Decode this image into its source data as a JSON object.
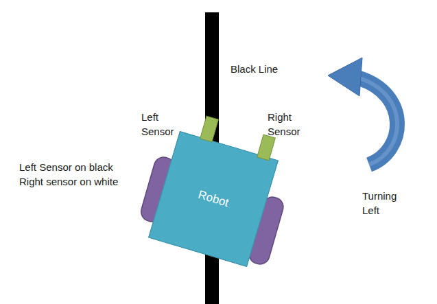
{
  "diagram": {
    "nodes": [
      {
        "text": [
          "Robot"
        ]
      }
    ],
    "labels": [
      "Black Line",
      "Left Sensor",
      "Right Sensor",
      "Left Sensor on black Right sensor on white",
      "Turning Left"
    ]
  }
}
